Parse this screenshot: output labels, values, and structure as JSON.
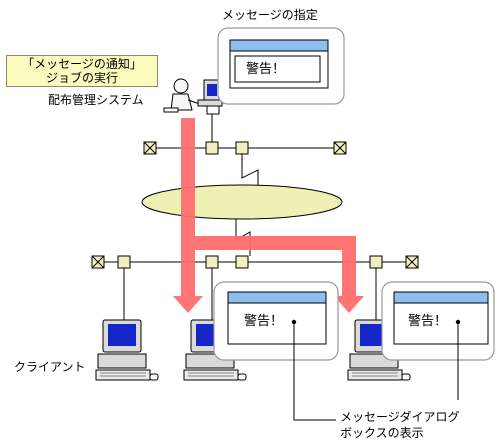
{
  "labels": {
    "message_spec": "メッセージの指定",
    "job_line1": "「メッセージの通知」",
    "job_line2": "ジョブの実行",
    "dist_mgmt_system": "配布管理システム",
    "client": "クライアント",
    "msg_dialog_line1": "メッセージダイアログ",
    "msg_dialog_line2": "ボックスの表示"
  },
  "dialogs": {
    "top_warning": "警告！",
    "left_warning": "警告！",
    "right_warning": "警告！"
  },
  "colors": {
    "arrow": "#ff6e6e",
    "cloud": "#f0f0b4",
    "node": "#f0f0c0",
    "dialog_titlebar": "#8cbef0",
    "monitor_screen": "#1426c8",
    "yellow_label_bg": "#fafabe"
  }
}
